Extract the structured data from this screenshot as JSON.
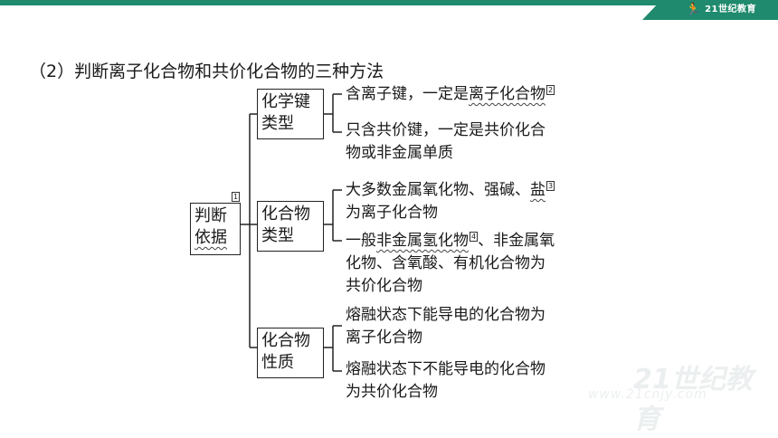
{
  "header": {
    "brand_color": "#1f8a6e",
    "logo_text": "21世纪教育",
    "logo_icon": "runner-icon"
  },
  "heading": "（2）判断离子化合物和共价化合物的三种方法",
  "root": {
    "lines": [
      "判断",
      "依据"
    ],
    "ref": "1"
  },
  "branches": [
    {
      "lines": [
        "化学键",
        "类型"
      ],
      "items": [
        {
          "pre": "含离子键，一定是",
          "emph": "离子化合物",
          "post": "",
          "ref": "2"
        },
        {
          "line1": "只含共价键，一定是共价化合",
          "line2": "物或非金属单质"
        }
      ]
    },
    {
      "lines": [
        "化合物",
        "类型"
      ],
      "items": [
        {
          "pre": "大多数金属氧化物、强碱、",
          "emph": "盐",
          "line2": "为离子化合物",
          "ref": "3"
        },
        {
          "pre": "一般",
          "emph": "非金属氢化物",
          "post": "、非金属氧",
          "line2": "化物、含氧酸、有机化合物为",
          "line3": "共价化合物",
          "ref": "4"
        }
      ]
    },
    {
      "lines": [
        "化合物",
        "性质"
      ],
      "items": [
        {
          "line1": "熔融状态下能导电的化合物为",
          "line2": "离子化合物"
        },
        {
          "line1": "熔融状态下不能导电的化合物",
          "line2": "为共价化合物"
        }
      ]
    }
  ],
  "watermark": {
    "text": "21世纪教育",
    "sub": "www.21cnjy.com"
  }
}
